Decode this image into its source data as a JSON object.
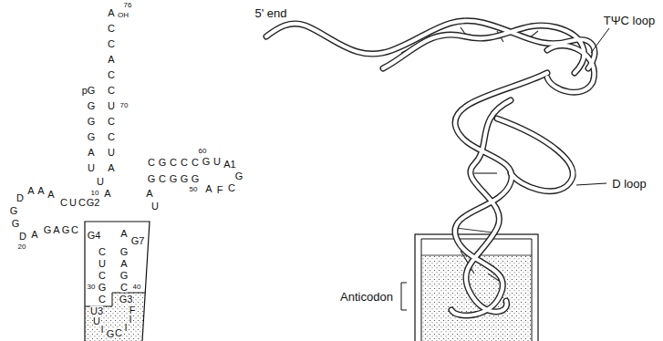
{
  "diagram": {
    "labels": [
      "5' end",
      "TΨC loop",
      "D loop",
      "Anticodon",
      "A",
      "C",
      "C",
      "A",
      "C",
      "C",
      "U",
      "C",
      "C",
      "U",
      "A",
      "OH",
      "76",
      "70",
      "pG",
      "G",
      "G",
      "G",
      "A",
      "U",
      "U",
      "10",
      "A",
      "C",
      "U",
      "C",
      "G2",
      "A",
      "A",
      "A",
      "D",
      "G",
      "G",
      "D",
      "20",
      "A",
      "G",
      "A",
      "G",
      "C",
      "G4",
      "C",
      "U",
      "C",
      "G",
      "C",
      "30",
      "A",
      "G7",
      "G",
      "A",
      "G",
      "C",
      "G3",
      "40",
      "U3",
      "U",
      "I",
      "G",
      "C",
      "I",
      "I",
      "F",
      "C",
      "G",
      "C",
      "C",
      "C",
      "60",
      "G",
      "U",
      "A1",
      "G",
      "C",
      "F",
      "A",
      "G",
      "C",
      "G",
      "G",
      "G",
      "50",
      "A",
      "U"
    ]
  }
}
